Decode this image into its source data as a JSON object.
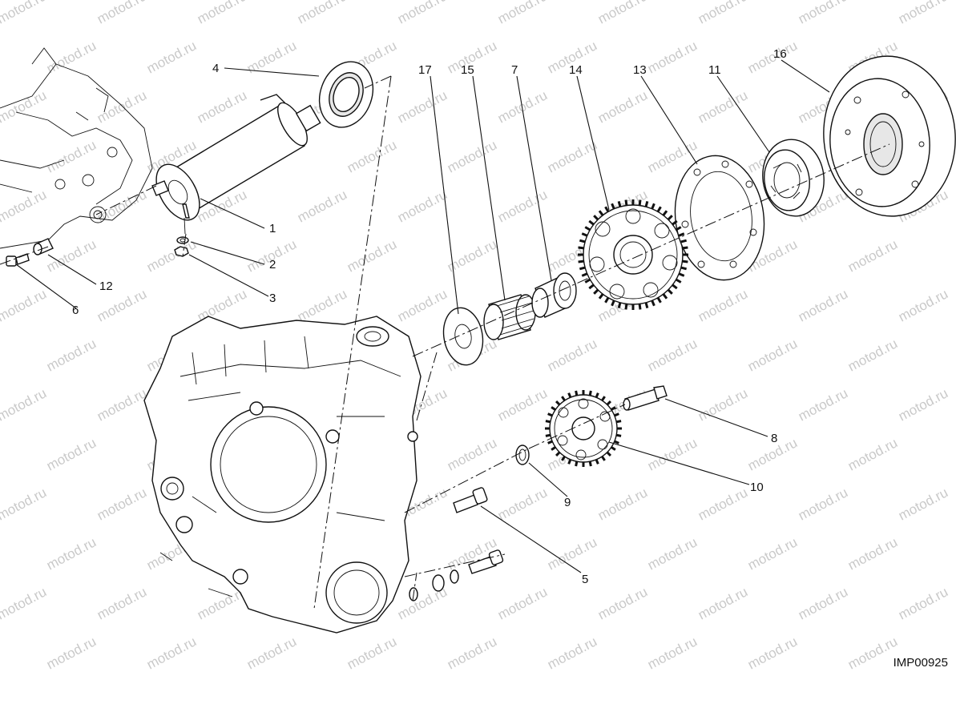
{
  "diagram": {
    "drawing_code": "IMP00925",
    "watermark_text": "motod.ru",
    "callouts": [
      "1",
      "2",
      "3",
      "4",
      "5",
      "6",
      "7",
      "8",
      "9",
      "10",
      "11",
      "12",
      "13",
      "14",
      "15",
      "16",
      "17"
    ],
    "parts": [
      "starter-motor",
      "washer",
      "nut",
      "o-ring",
      "screw",
      "bolt",
      "bushing",
      "shaft",
      "circlip",
      "idler-gear",
      "freewheel",
      "spacer",
      "flange",
      "starter-gear",
      "needle-bearing",
      "flywheel",
      "thrust-washer"
    ]
  }
}
